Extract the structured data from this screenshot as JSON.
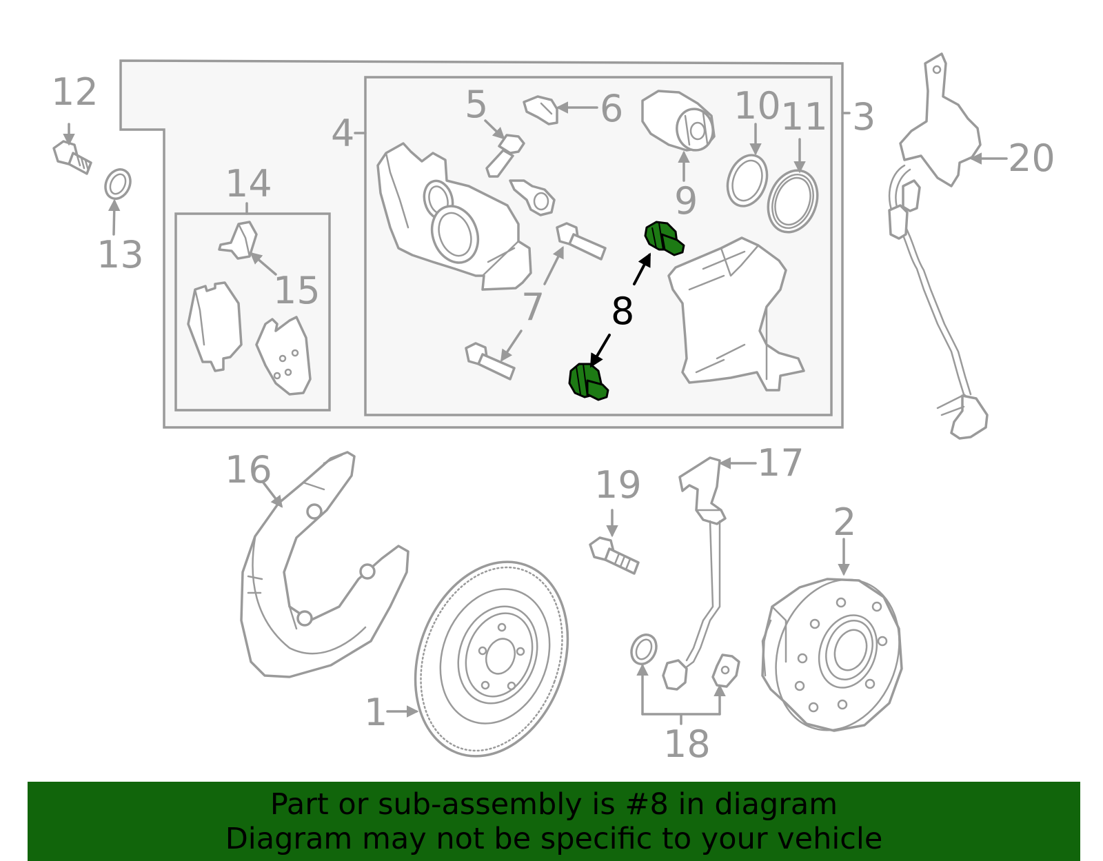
{
  "diagram": {
    "highlighted_part": "8",
    "callouts": {
      "c1": "1",
      "c2": "2",
      "c3": "3",
      "c4": "4",
      "c5": "5",
      "c6": "6",
      "c7": "7",
      "c8": "8",
      "c9": "9",
      "c10": "10",
      "c11": "11",
      "c12": "12",
      "c13": "13",
      "c14": "14",
      "c15": "15",
      "c16": "16",
      "c17": "17",
      "c18": "18",
      "c19": "19",
      "c20": "20"
    }
  },
  "footer": {
    "line1": "Part or sub-assembly is #8 in diagram",
    "line2": "Diagram may not be specific to your vehicle"
  },
  "colors": {
    "banner": "#11650b",
    "highlight": "#1d7a14",
    "linework": "#9a9a9a"
  }
}
